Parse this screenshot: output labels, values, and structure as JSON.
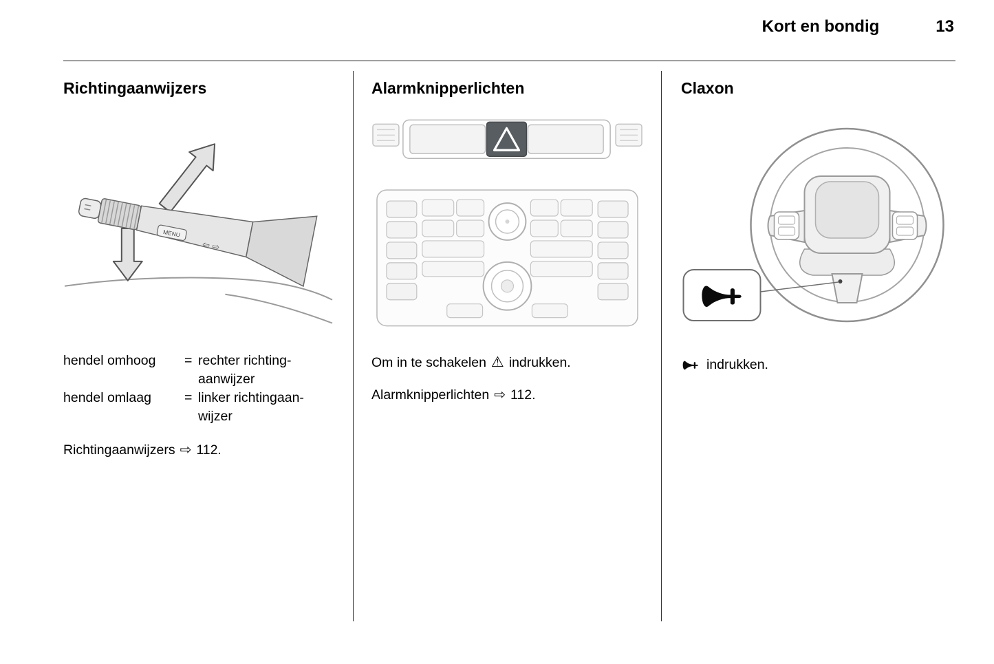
{
  "header": {
    "title": "Kort en bondig",
    "page_number": "13"
  },
  "symbols": {
    "ref_arrow": "⇨",
    "warning_triangle": "⚠"
  },
  "col1": {
    "heading": "Richtingaanwijzers",
    "definitions": [
      {
        "term": "hendel omhoog",
        "equals": "=",
        "desc_line1": "rechter richting-",
        "desc_line2": "aanwijzer"
      },
      {
        "term": "hendel omlaag",
        "equals": "=",
        "desc_line1": "linker richtingaan-",
        "desc_line2": "wijzer"
      }
    ],
    "reference": {
      "label": "Richtingaanwijzers",
      "page": "112."
    }
  },
  "col2": {
    "heading": "Alarmknipperlichten",
    "instruction": {
      "pre": "Om in te schakelen",
      "post": "indrukken."
    },
    "reference": {
      "label": "Alarmknipperlichten",
      "page": "112."
    }
  },
  "col3": {
    "heading": "Claxon",
    "instruction": {
      "post": "indrukken."
    }
  },
  "illustrations": {
    "stalk_menu_label": "MENU",
    "stalk_arrows": "⇦ ⇨"
  }
}
